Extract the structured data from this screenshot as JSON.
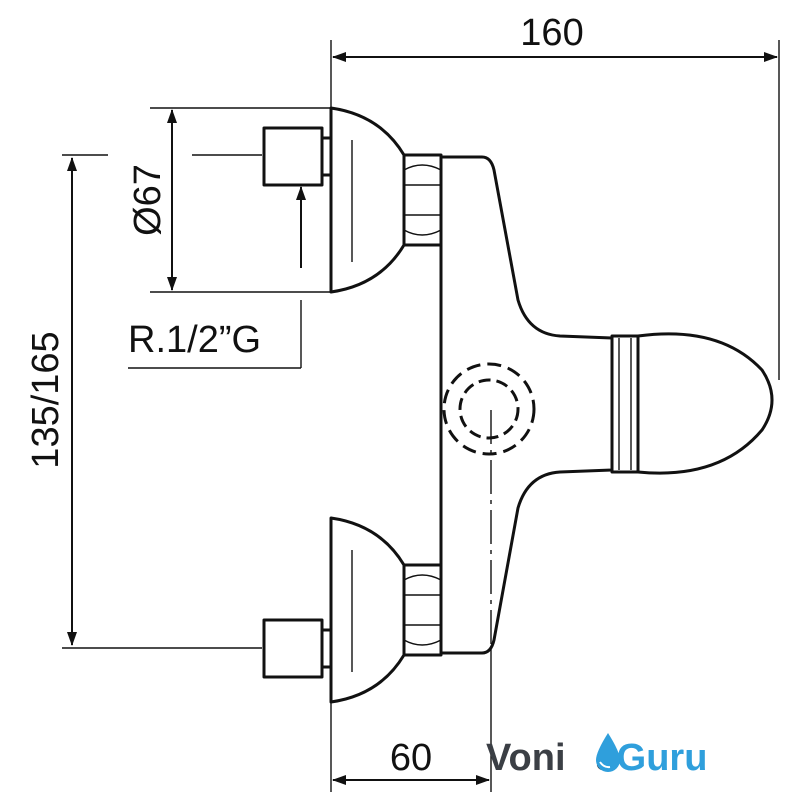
{
  "dimensions": {
    "width_total": "160",
    "diameter": "Ø67",
    "thread": "R.1/2”G",
    "center_distance": "135/165",
    "depth": "60"
  },
  "logo": {
    "part1": "Voni",
    "part2": "s",
    "part3": "Guru",
    "dark_color": "#3b3f45",
    "accent_color": "#2f9fdc"
  }
}
